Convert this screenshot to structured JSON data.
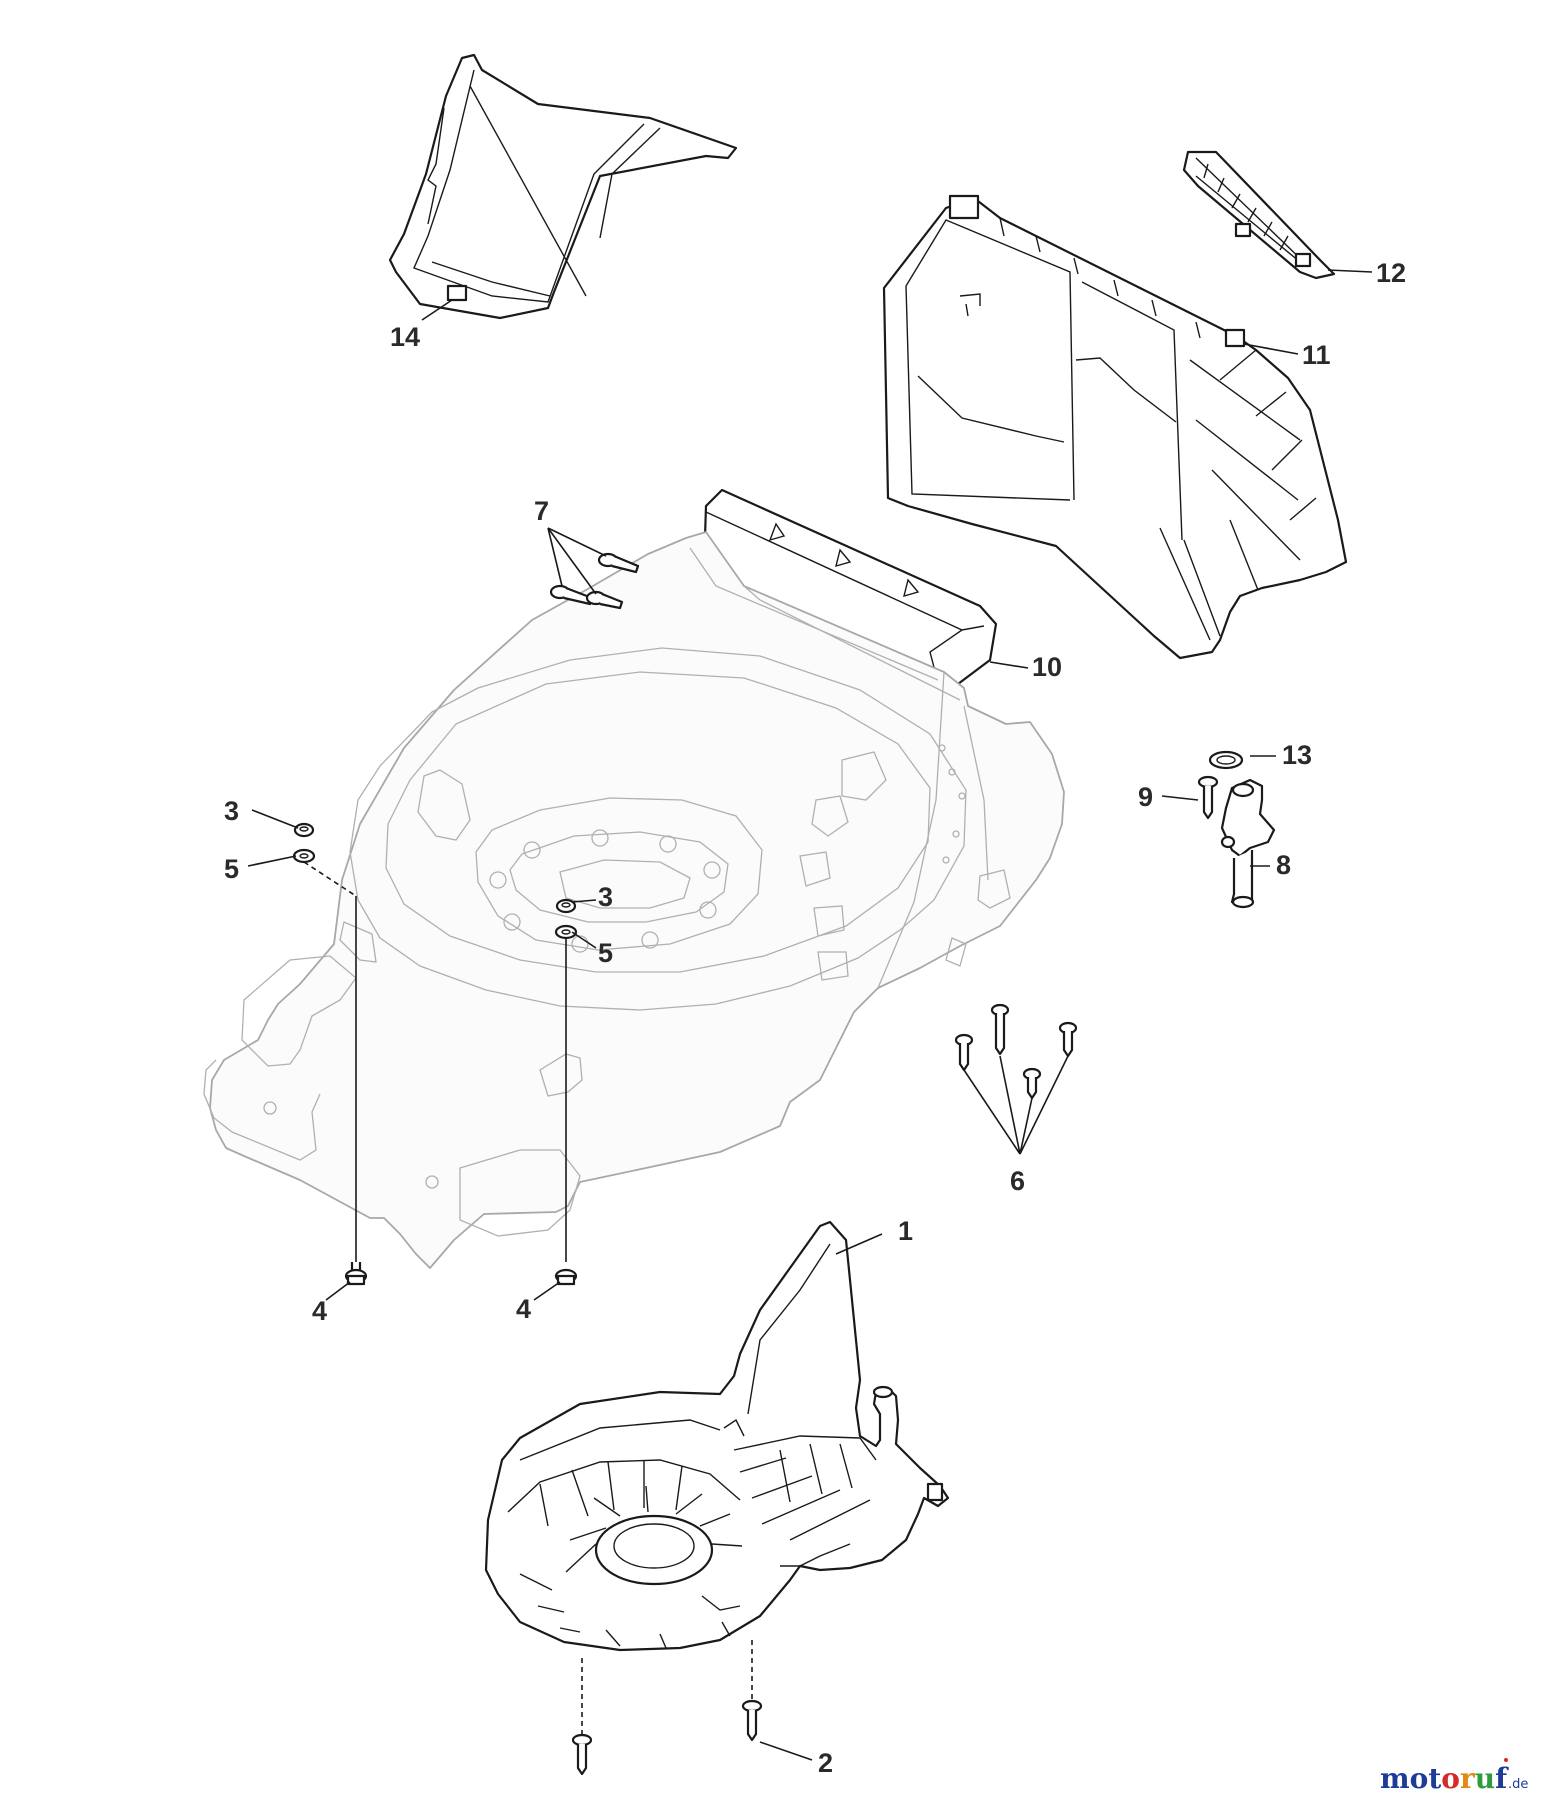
{
  "callouts": {
    "c1": "1",
    "c2": "2",
    "c3a": "3",
    "c3b": "3",
    "c4a": "4",
    "c4b": "4",
    "c5a": "5",
    "c5b": "5",
    "c6": "6",
    "c7": "7",
    "c8": "8",
    "c9": "9",
    "c10": "10",
    "c11": "11",
    "c12": "12",
    "c13": "13",
    "c14": "14"
  },
  "watermark": {
    "main": "motoruf",
    "tld": ".de",
    "colors": [
      "#1e3c96",
      "#d42a2a",
      "#e08a14",
      "#2e9b3c"
    ]
  }
}
